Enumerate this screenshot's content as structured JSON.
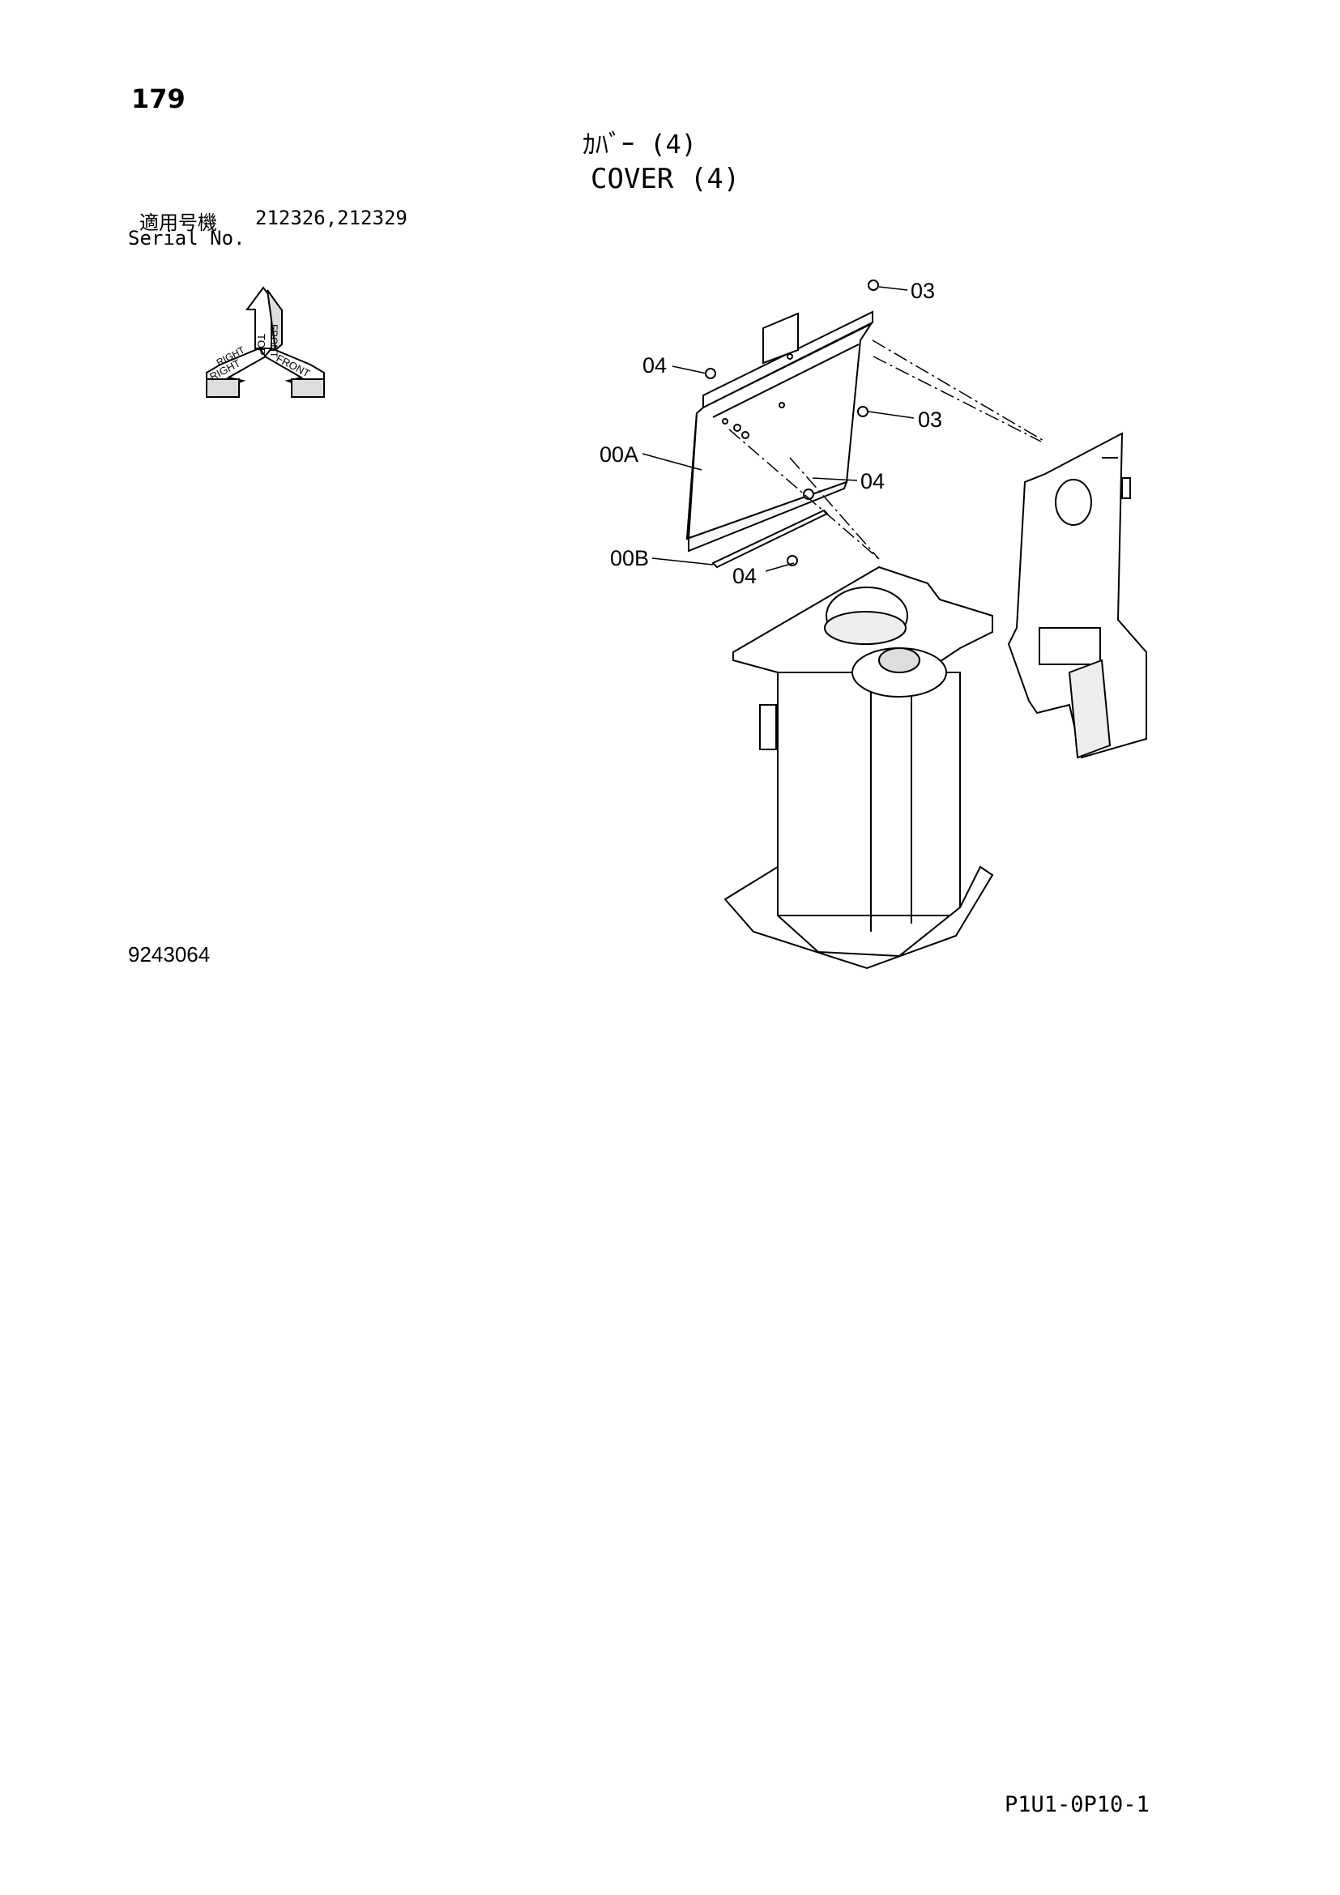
{
  "header": {
    "page_number": "179",
    "title_jp": "ｶﾊﾞｰ (4)",
    "title_en": "COVER (4)",
    "serial_label_jp": "適用号機",
    "serial_numbers": "212326,212329",
    "serial_label_en": "Serial No."
  },
  "orientation_icon": {
    "labels": [
      "TOP",
      "FRONT",
      "RIGHT",
      "FRONT",
      "RIGHT"
    ]
  },
  "drawing": {
    "callouts": [
      "03",
      "04",
      "03",
      "00A",
      "04",
      "00B",
      "04"
    ]
  },
  "footer": {
    "drawing_number": "9243064",
    "page_code": "P1U1-0P10-1"
  }
}
